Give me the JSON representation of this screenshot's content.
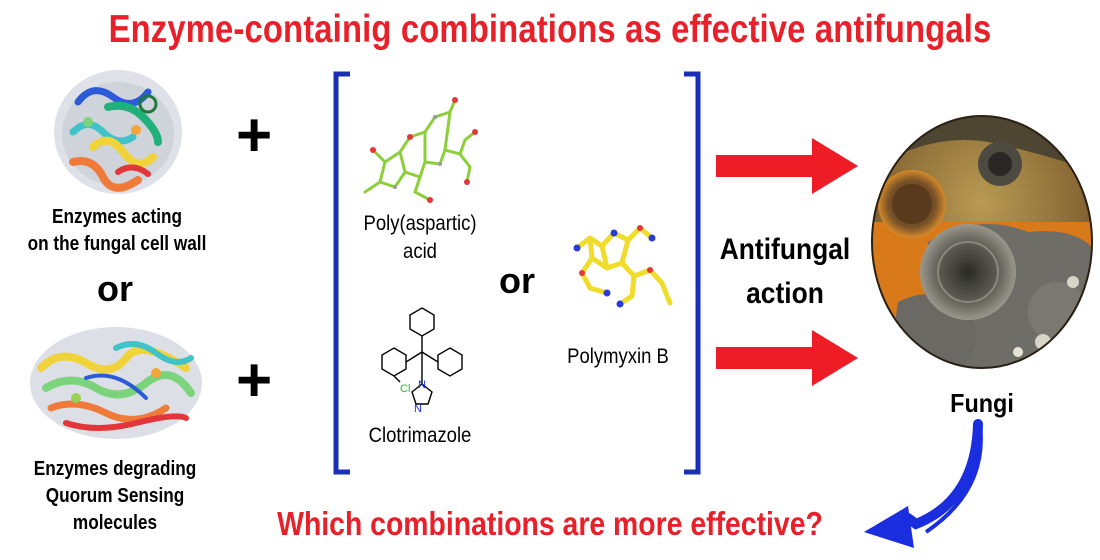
{
  "title": "Enzyme-containig combinations as effective antifungals",
  "left": {
    "enzyme_top_label": [
      "Enzymes acting",
      "on the fungal cell wall"
    ],
    "or_label": "or",
    "enzyme_bottom_label": [
      "Enzymes degrading",
      "Quorum Sensing",
      "molecules"
    ]
  },
  "plus_symbol": "+",
  "bracket": {
    "poly_label": [
      "Poly(aspartic)",
      "acid"
    ],
    "clotrimazole_label": "Clotrimazole",
    "or_label": "or",
    "polymyxin_label": "Polymyxin B",
    "atoms": {
      "chlorine": "Cl",
      "nitrogen": "N"
    }
  },
  "action_label": [
    "Antifungal",
    "action"
  ],
  "fungi_label": "Fungi",
  "question": "Which combinations are more effective?",
  "colors": {
    "title_red": "#e8202a",
    "arrow_red": "#ee1c24",
    "bracket_blue": "#1a2fb8",
    "curve_blue": "#1a2ee0"
  }
}
